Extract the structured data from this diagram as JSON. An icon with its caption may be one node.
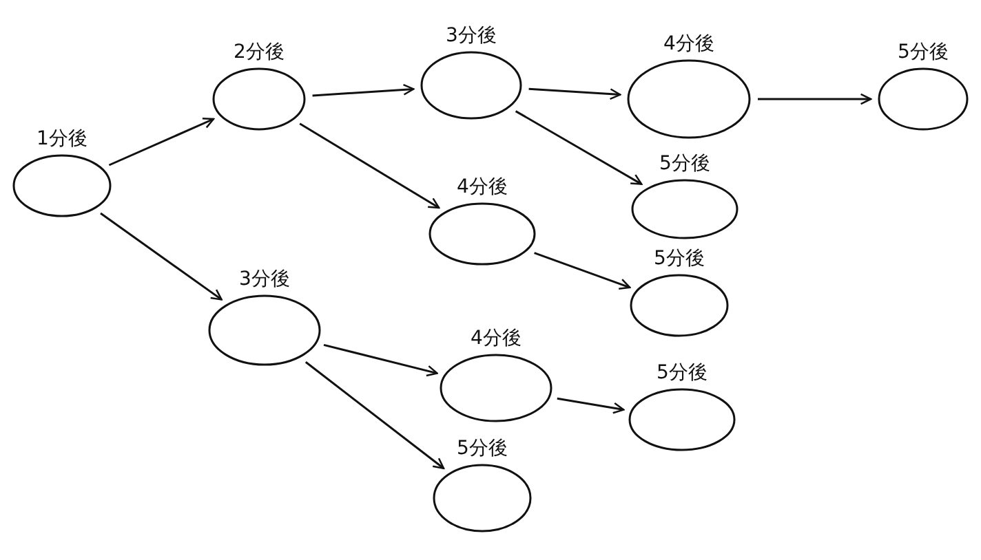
{
  "diagram": {
    "nodes": [
      {
        "text": [
          "1分後"
        ]
      },
      {
        "text": [
          "2分後"
        ]
      },
      {
        "text": [
          "3分後"
        ]
      },
      {
        "text": [
          "4分後"
        ]
      },
      {
        "text": [
          "5分後"
        ]
      },
      {
        "text": [
          "4分後"
        ]
      },
      {
        "text": [
          "5分後"
        ]
      },
      {
        "text": [
          "5分後"
        ]
      },
      {
        "text": [
          "3分後"
        ]
      },
      {
        "text": [
          "4分後"
        ]
      },
      {
        "text": [
          "5分後"
        ]
      },
      {
        "text": [
          "5分後"
        ]
      }
    ],
    "edges": [
      {
        "from": 0,
        "to": 1,
        "arrow": "to"
      },
      {
        "from": 0,
        "to": 8,
        "arrow": "to"
      },
      {
        "from": 1,
        "to": 2,
        "arrow": "to"
      },
      {
        "from": 1,
        "to": 5,
        "arrow": "to"
      },
      {
        "from": 2,
        "to": 3,
        "arrow": "to"
      },
      {
        "from": 2,
        "to": 6,
        "arrow": "to"
      },
      {
        "from": 3,
        "to": 4,
        "arrow": "to"
      },
      {
        "from": 5,
        "to": 7,
        "arrow": "to"
      },
      {
        "from": 8,
        "to": 9,
        "arrow": "to"
      },
      {
        "from": 8,
        "to": 11,
        "arrow": "to"
      },
      {
        "from": 9,
        "to": 10,
        "arrow": "to"
      }
    ]
  }
}
